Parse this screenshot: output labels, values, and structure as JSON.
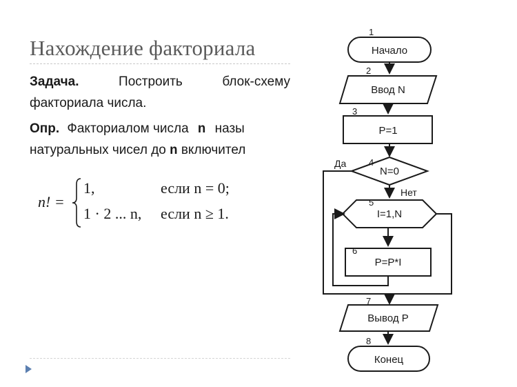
{
  "slide": {
    "title": "Нахождение факториала"
  },
  "task": {
    "label": "Задача.",
    "line1": "Построить блок-схему",
    "line2": "факториала числа."
  },
  "definition": {
    "label": "Опр.",
    "line1_pre": "Факториалом числа",
    "n1": "n",
    "line1_post": "назы",
    "line2_pre": "натуральных чисел до",
    "n2": "n",
    "line2_post": "включител"
  },
  "formula": {
    "lhs": "n! =",
    "case1_value": "1,",
    "case1_cond": "если n = 0;",
    "case2_value": "1 · 2 ... n,",
    "case2_cond": "если n ≥ 1."
  },
  "flowchart": {
    "blocks": [
      {
        "number": "1",
        "label": "Начало"
      },
      {
        "number": "2",
        "label": "Ввод N"
      },
      {
        "number": "3",
        "label": "P=1"
      },
      {
        "number": "4",
        "label": "N=0"
      },
      {
        "number": "5",
        "label": "I=1,N"
      },
      {
        "number": "6",
        "label": "P=P*I"
      },
      {
        "number": "7",
        "label": "Вывод P"
      },
      {
        "number": "8",
        "label": "Конец"
      }
    ],
    "yes_label": "Да",
    "no_label": "Нет"
  },
  "colors": {
    "title": "#5a5a5a",
    "bullet": "#5b7fb0"
  }
}
